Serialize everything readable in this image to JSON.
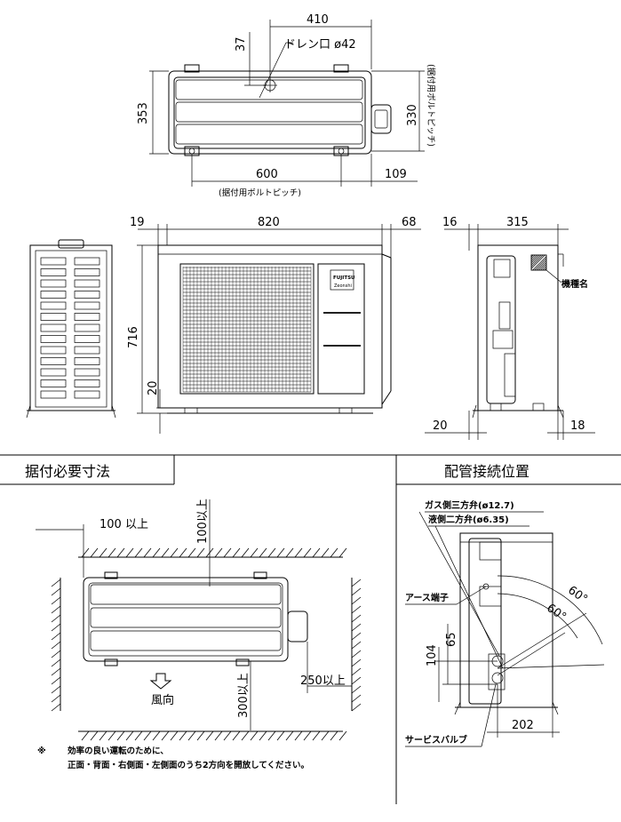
{
  "top_view": {
    "dim_width": "410",
    "dim_drain_offset": "37",
    "drain_label": "ドレン口 ø42",
    "dim_depth": "353",
    "dim_bolt_pitch_depth": "330",
    "bolt_pitch_vertical_caption": "(据付用ボルトピッチ)",
    "dim_bolt_pitch_width": "600",
    "dim_bolt_offset": "109",
    "bolt_pitch_caption": "(据付用ボルトピッチ)"
  },
  "front_view": {
    "dim_left": "19",
    "dim_width": "820",
    "dim_right": "68",
    "dim_height": "716",
    "dim_foot": "20",
    "logo_top": "FUJITSU",
    "logo_bottom": "Zeonshi"
  },
  "side_view": {
    "dim_left": "16",
    "dim_depth": "315",
    "model_label": "機種名",
    "dim_bottom_left": "20",
    "dim_bottom_right": "18"
  },
  "installation": {
    "title": "据付必要寸法",
    "dim_left": "100 以上",
    "dim_top": "100以上",
    "dim_right": "250以上",
    "dim_front": "300以上",
    "wind_label": "風向",
    "note_mark": "※",
    "note_line1": "効率の良い運転のために、",
    "note_line2": "正面・背面・右側面・左側面のうち2方向を開放してください。"
  },
  "piping": {
    "title": "配管接続位置",
    "gas_valve": "ガス側三方弁(ø12.7)",
    "liquid_valve": "液側二方弁(ø6.35)",
    "earth_terminal": "アース端子",
    "service_valve": "サービスバルブ",
    "dim_65": "65",
    "dim_104": "104",
    "dim_202": "202",
    "angle_1": "60°",
    "angle_2": "60°"
  }
}
